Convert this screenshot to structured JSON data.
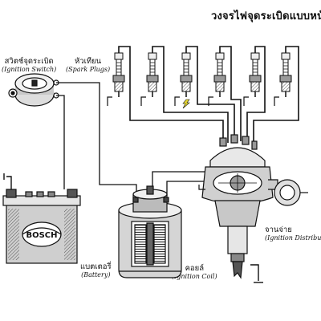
{
  "title": "วงจรไฟจุดระเบิดแบบหน้",
  "labels": {
    "ignition_switch": {
      "th": "สวิตช์จุดระเบิด",
      "en": "(Ignition Switch)"
    },
    "spark_plugs": {
      "th": "หัวเทียน",
      "en": "(Spark Plugs)"
    },
    "battery": {
      "th": "แบตเตอรี่",
      "en": "(Battery)"
    },
    "ignition_coil": {
      "th": "คอยล์",
      "en": "(Ignition Coil)"
    },
    "distributor": {
      "th": "จานจ่าย",
      "en": "(Ignition Distributor)"
    }
  },
  "battery_brand": "BOSCH",
  "spark_plug_count": 6,
  "colors": {
    "ink": "#111111",
    "shade": "#7a7a7a",
    "light": "#d8d8d8",
    "spark": "#e8d830"
  }
}
